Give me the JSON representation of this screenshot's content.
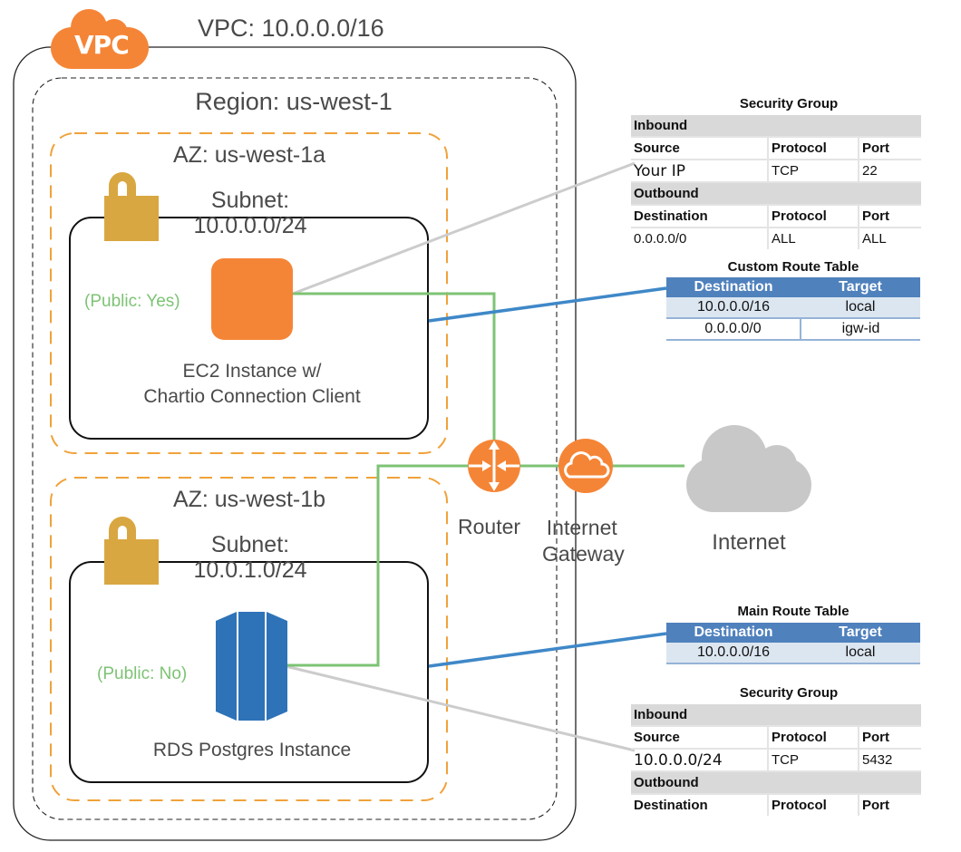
{
  "vpc": {
    "badge": "VPC",
    "title": "VPC: 10.0.0.0/16",
    "region": "Region: us-west-1"
  },
  "zones": [
    {
      "title": "AZ: us-west-1a",
      "subnet_line1": "Subnet:",
      "subnet_line2": "10.0.0.0/24",
      "public": "(Public: Yes)",
      "instance_line1": "EC2 Instance w/",
      "instance_line2": "Chartio Connection Client"
    },
    {
      "title": "AZ: us-west-1b",
      "subnet_line1": "Subnet:",
      "subnet_line2": "10.0.1.0/24",
      "public": "(Public: No)",
      "instance_line1": "RDS Postgres Instance"
    }
  ],
  "network": {
    "router": "Router",
    "gateway_line1": "Internet",
    "gateway_line2": "Gateway",
    "internet": "Internet"
  },
  "tables": {
    "security_group_ec2": {
      "title": "Security Group",
      "inbound_label": "Inbound",
      "inbound_headers": [
        "Source",
        "Protocol",
        "Port"
      ],
      "inbound_rows": [
        [
          "Your IP",
          "TCP",
          "22"
        ]
      ],
      "outbound_label": "Outbound",
      "outbound_headers": [
        "Destination",
        "Protocol",
        "Port"
      ],
      "outbound_rows": [
        [
          "0.0.0.0/0",
          "ALL",
          "ALL"
        ]
      ]
    },
    "custom_route_table": {
      "title": "Custom Route Table",
      "headers": [
        "Destination",
        "Target"
      ],
      "rows": [
        [
          "10.0.0.0/16",
          "local"
        ],
        [
          "0.0.0.0/0",
          "igw-id"
        ]
      ]
    },
    "main_route_table": {
      "title": "Main Route Table",
      "headers": [
        "Destination",
        "Target"
      ],
      "rows": [
        [
          "10.0.0.0/16",
          "local"
        ]
      ]
    },
    "security_group_rds": {
      "title": "Security Group",
      "inbound_label": "Inbound",
      "inbound_headers": [
        "Source",
        "Protocol",
        "Port"
      ],
      "inbound_rows": [
        [
          "10.0.0.0/24",
          "TCP",
          "5432"
        ]
      ],
      "outbound_label": "Outbound",
      "outbound_headers": [
        "Destination",
        "Protocol",
        "Port"
      ]
    }
  },
  "colors": {
    "aws_orange": "#f58536",
    "lock_gold": "#d9a741",
    "rds_blue": "#2e73b8",
    "link_green": "#7dc374",
    "route_blue": "#3f88c8",
    "sg_gray": "#cccccc",
    "internet_gray": "#c8c8c8"
  }
}
